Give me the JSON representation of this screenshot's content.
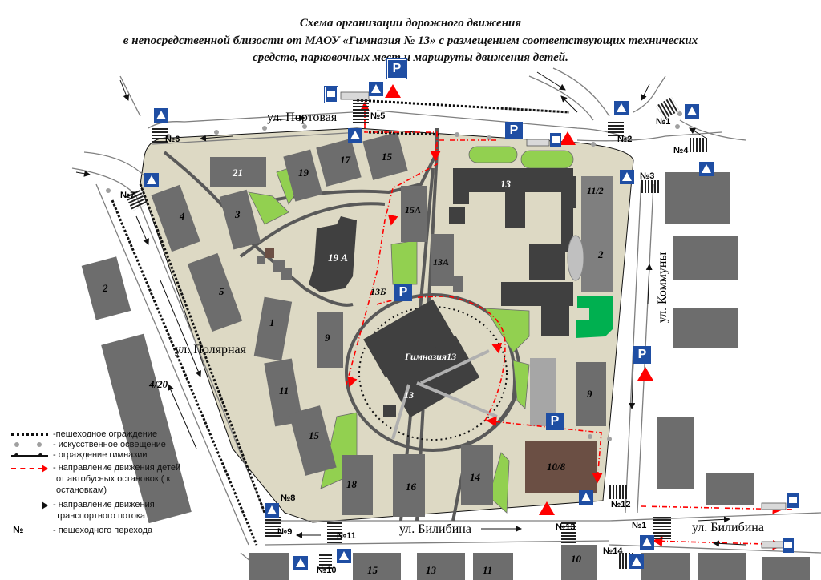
{
  "title": {
    "line1": "Схема организации дорожного движения",
    "line2": "в непосредственной близости от МАОУ «Гимназия № 13» с размещением соответствующих технических",
    "line3": "средств, парковочных мест и маршруты движения детей."
  },
  "streets": {
    "portovaya": "ул. Портовая",
    "polyarnaya": "ул. Полярная",
    "bilibina_main": "ул. Билибина",
    "bilibina_right": "ул. Билибина",
    "kommuny": "ул. Коммуны"
  },
  "buildings": {
    "b21": "21",
    "b19": "19",
    "b17": "17",
    "b15_top": "15",
    "b15a": "15А",
    "b13_main": "13",
    "b11_2": "11/2",
    "b2_right": "2",
    "b13a": "13А",
    "b13b": "13Б",
    "b19a": "19 А",
    "b3": "3",
    "b4": "4",
    "b5": "5",
    "b1": "1",
    "b9_left": "9",
    "b11": "11",
    "b15_low": "15",
    "b18": "18",
    "b16": "16",
    "b14": "14",
    "b10_8": "10/8",
    "b9_right": "9",
    "b2_left": "2",
    "b4_20": "4/20",
    "gymnasium": "Гимназия13",
    "gym13": "13",
    "b15_bottom": "15",
    "b13_bottom": "13",
    "b11_bottom": "11",
    "b10_bottom": "10"
  },
  "crossings": {
    "n1_top": "№1",
    "n2": "№2",
    "n3": "№3",
    "n4": "№4",
    "n5": "№5",
    "n6": "№6",
    "n7": "№7",
    "n8": "№8",
    "n9": "№9",
    "n10": "№10",
    "n11": "№11",
    "n12": "№12",
    "n13": "№13",
    "n14": "№14",
    "n1_bottom": "№1"
  },
  "parking_sign": "P",
  "legend": {
    "items": [
      {
        "symbol": "pedestrian-fence",
        "text": "-пешеходное ограждение"
      },
      {
        "symbol": "street-lighting",
        "text": "- искусственное освещение"
      },
      {
        "symbol": "gymnasium-fence",
        "text": "- ограждение гимназии"
      },
      {
        "symbol": "children-route",
        "text": "- направление движения детей"
      },
      {
        "symbol": "children-route-cont",
        "text": "от автобусных остановок ( к"
      },
      {
        "symbol": "children-route-cont",
        "text": "остановкам)"
      },
      {
        "symbol": "traffic-arrow",
        "text": "- направление движения"
      },
      {
        "symbol": "traffic-arrow-cont",
        "text": "транспортного потока"
      },
      {
        "symbol": "number-sign",
        "symbol_text": "№",
        "text": "- пешеходного перехода"
      }
    ]
  },
  "colors": {
    "block_fill": "#ddd9c4",
    "building": "#6d6d6d",
    "building_dark": "#404040",
    "green": "#92d050",
    "bright_green": "#00b050",
    "brown_building": "#6b4f44",
    "route_red": "#ff0000",
    "parking_blue": "#1f4ea3",
    "road_line": "#7f7f7f"
  }
}
